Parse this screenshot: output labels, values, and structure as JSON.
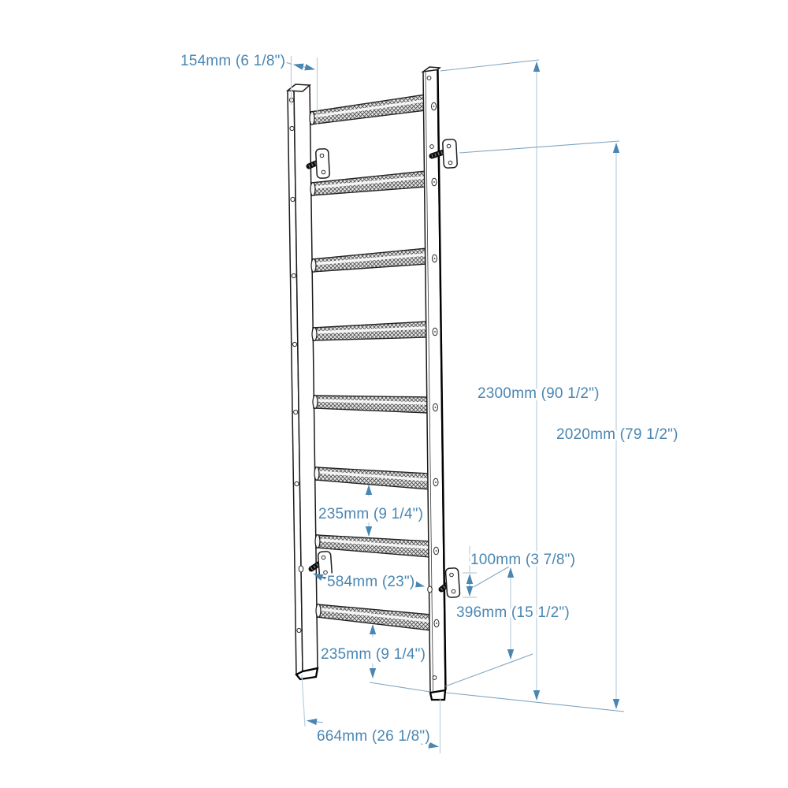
{
  "diagram": {
    "type": "technical-dimension-drawing",
    "subject": "wall-mounted gymnastic ladder (wall bars) perspective view",
    "background": "#ffffff",
    "rung_count": 8,
    "bracket_count": 4,
    "colors": {
      "dimension_accent": "#4a86b2",
      "dimension_line_light": "#bccfdc",
      "dimension_line_mid": "#7fa6c3",
      "drawing_ink": "#1a1a1a"
    },
    "dimensions": {
      "top_depth": "154mm (6 1/8\")",
      "total_height": "2300mm (90 1/2\")",
      "bracket_span_height": "2020mm (79 1/2\")",
      "rung_spacing_upper": "235mm (9 1/4\")",
      "rung_spacing_lower": "235mm (9 1/4\")",
      "bracket_inner_width": "584mm (23\")",
      "bracket_plate_height": "100mm (3 7/8\")",
      "lower_bracket_floor_height": "396mm (15 1/2\")",
      "base_width": "664mm (26 1/8\")"
    }
  }
}
